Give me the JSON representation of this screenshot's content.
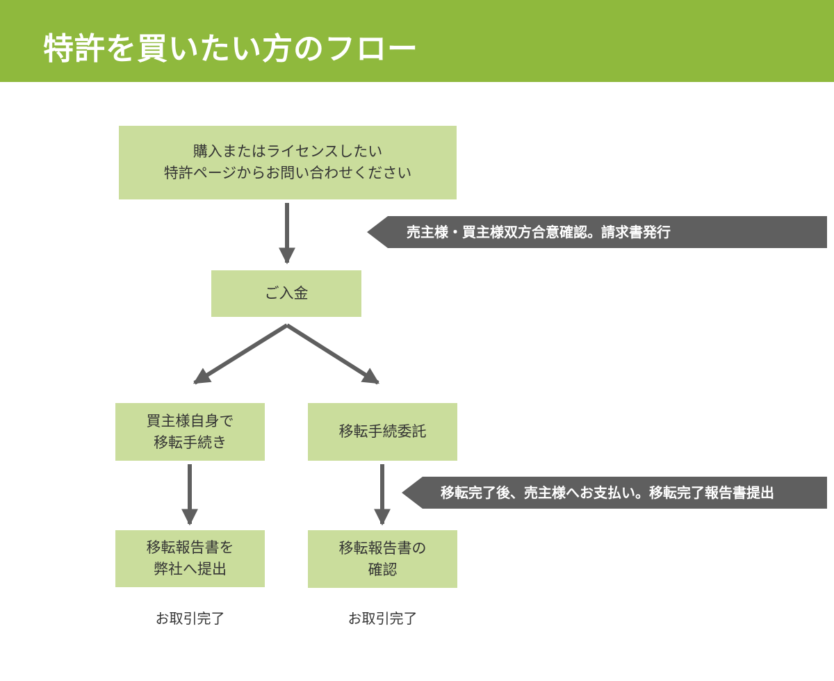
{
  "header": {
    "title": "特許を買いたい方のフロー",
    "background_color": "#8fb93d"
  },
  "steps": {
    "contact": {
      "line1": "購入またはライセンスしたい",
      "line2": "特許ページからお問い合わせください"
    },
    "payment": {
      "label": "ご入金"
    },
    "self_transfer": {
      "line1": "買主様自身で",
      "line2": "移転手続き"
    },
    "delegated_transfer": {
      "label": "移転手続委託"
    },
    "submit_report": {
      "line1": "移転報告書を",
      "line2": "弊社へ提出"
    },
    "confirm_report": {
      "line1": "移転報告書の",
      "line2": "確認"
    }
  },
  "notes": {
    "agreement": "売主様・買主様双方合意確認。請求書発行",
    "post_transfer": "移転完了後、売主様へお支払い。移転完了報告書提出"
  },
  "outcomes": {
    "left": "お取引完了",
    "right": "お取引完了"
  },
  "colors": {
    "box_fill": "#cadd9c",
    "arrow": "#5f5f5f",
    "banner": "#5f5f5f"
  }
}
